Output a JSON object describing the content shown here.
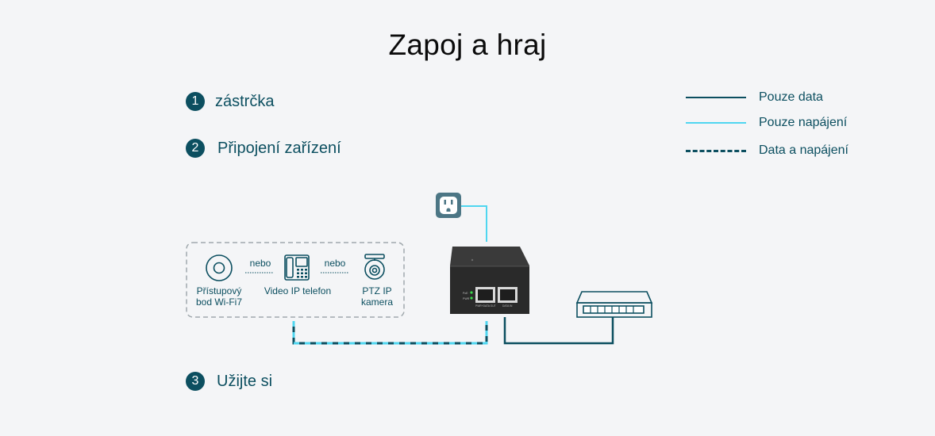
{
  "title": "Zapoj a hraj",
  "steps": [
    {
      "num": "1",
      "label": "zástrčka"
    },
    {
      "num": "2",
      "label": "Připojení zařízení"
    },
    {
      "num": "3",
      "label": "Užijte si"
    }
  ],
  "legend": [
    {
      "label": "Pouze data",
      "color": "#0c4f60",
      "style": "solid"
    },
    {
      "label": "Pouze napájení",
      "color": "#4fd6f0",
      "style": "solid"
    },
    {
      "label": "Data a napájení",
      "color": "#0c4f60",
      "style": "dashed"
    }
  ],
  "devices": {
    "ap_line1": "Přístupový",
    "ap_line2": "bod Wi-Fi7",
    "or1": "nebo",
    "phone": "Video IP telefon",
    "or2": "nebo",
    "cam_line1": "PTZ IP",
    "cam_line2": "kamera"
  },
  "injector": {
    "led1": "PoE",
    "led2": "PWR",
    "port1": "PWR+DATA OUT",
    "port2": "DATA IN"
  },
  "colors": {
    "accent": "#0c4f60",
    "power": "#4fd6f0",
    "outlet": "#4c7685",
    "device_box": "#a0a8ad",
    "led": "#38d94a"
  }
}
